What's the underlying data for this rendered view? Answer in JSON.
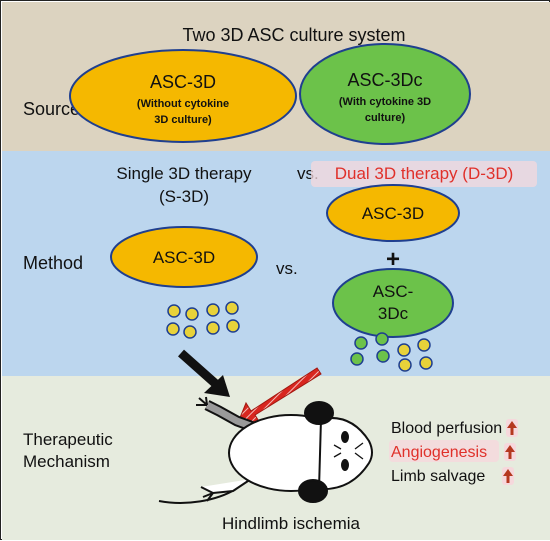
{
  "title": "Two 3D ASC culture system",
  "source": {
    "label": "Source",
    "asc3d": {
      "name": "ASC-3D",
      "desc1": "(Without cytokine",
      "desc2": "3D culture)"
    },
    "asc3dc": {
      "name": "ASC-3Dc",
      "desc1": "(With cytokine 3D",
      "desc2": "culture)"
    }
  },
  "method": {
    "label": "Method",
    "single_line1": "Single 3D therapy",
    "single_line2": "(S-3D)",
    "vs_top": "vs.",
    "dual": "Dual 3D therapy (D-3D)",
    "left_cell": "ASC-3D",
    "vs_mid": "vs.",
    "right_top_cell": "ASC-3D",
    "plus": "+",
    "right_bottom_cell_line1": "ASC-",
    "right_bottom_cell_line2": "3Dc"
  },
  "mechanism": {
    "label_line1": "Therapeutic",
    "label_line2": "Mechanism",
    "outcomes": [
      {
        "text": "Blood perfusion",
        "highlight": false
      },
      {
        "text": "Angiogenesis",
        "highlight": true
      },
      {
        "text": "Limb salvage",
        "highlight": false
      }
    ],
    "footer": "Hindlimb ischemia"
  },
  "colors": {
    "source_bg": "#dcd3c0",
    "method_bg": "#bcd6ee",
    "mechanism_bg": "#e6ebde",
    "asc3d_fill": "#f5b800",
    "asc3dc_fill": "#6cc24a",
    "cell_border": "#1f3f8f",
    "highlight_text": "#e0302a",
    "arrow_up": "#b5381f",
    "red_arrow": "#d8261f"
  }
}
